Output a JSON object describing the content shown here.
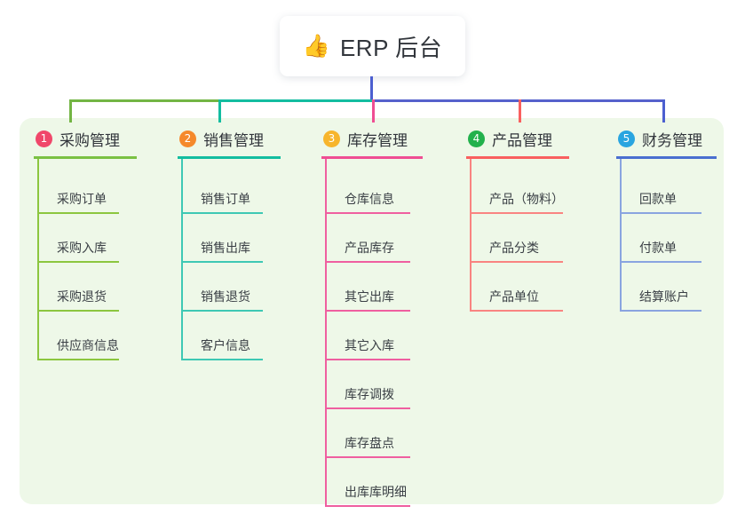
{
  "root": {
    "emoji": "👍",
    "emoji_name": "thumbs-up-icon",
    "title": "ERP 后台"
  },
  "colors": {
    "panel_background": "#eef8e8",
    "root_stem": "#4c5fd0",
    "trunk_green": "#73b544",
    "trunk_teal": "#13bda0",
    "trunk_blue": "#5661cc"
  },
  "branches": [
    {
      "number": "1",
      "title": "采购管理",
      "badge_color": "#f0476a",
      "rule_color": "#7ac143",
      "line_color": "#8cc63f",
      "drop_color": "#73b544",
      "items": [
        {
          "label": "采购订单"
        },
        {
          "label": "采购入库"
        },
        {
          "label": "采购退货"
        },
        {
          "label": "供应商信息"
        }
      ]
    },
    {
      "number": "2",
      "title": "销售管理",
      "badge_color": "#f5892b",
      "rule_color": "#13bda0",
      "line_color": "#3ec8b4",
      "drop_color": "#13bda0",
      "items": [
        {
          "label": "销售订单"
        },
        {
          "label": "销售出库"
        },
        {
          "label": "销售退货"
        },
        {
          "label": "客户信息"
        }
      ]
    },
    {
      "number": "3",
      "title": "库存管理",
      "badge_color": "#f7b52c",
      "rule_color": "#ef4e93",
      "line_color": "#ef5fa0",
      "drop_color": "#ef4e93",
      "items": [
        {
          "label": "仓库信息"
        },
        {
          "label": "产品库存"
        },
        {
          "label": "其它出库"
        },
        {
          "label": "其它入库"
        },
        {
          "label": "库存调拨"
        },
        {
          "label": "库存盘点"
        },
        {
          "label": "出库库明细"
        }
      ]
    },
    {
      "number": "4",
      "title": "产品管理",
      "badge_color": "#22b14c",
      "rule_color": "#f9605f",
      "line_color": "#f98481",
      "drop_color": "#f9605f",
      "items": [
        {
          "label": "产品（物料）"
        },
        {
          "label": "产品分类"
        },
        {
          "label": "产品单位"
        }
      ]
    },
    {
      "number": "5",
      "title": "财务管理",
      "badge_color": "#29a5e0",
      "rule_color": "#4a6fd0",
      "line_color": "#8aa4e0",
      "drop_color": "#4c5fd0",
      "items": [
        {
          "label": "回款单"
        },
        {
          "label": "付款单"
        },
        {
          "label": "结算账户"
        }
      ]
    }
  ]
}
